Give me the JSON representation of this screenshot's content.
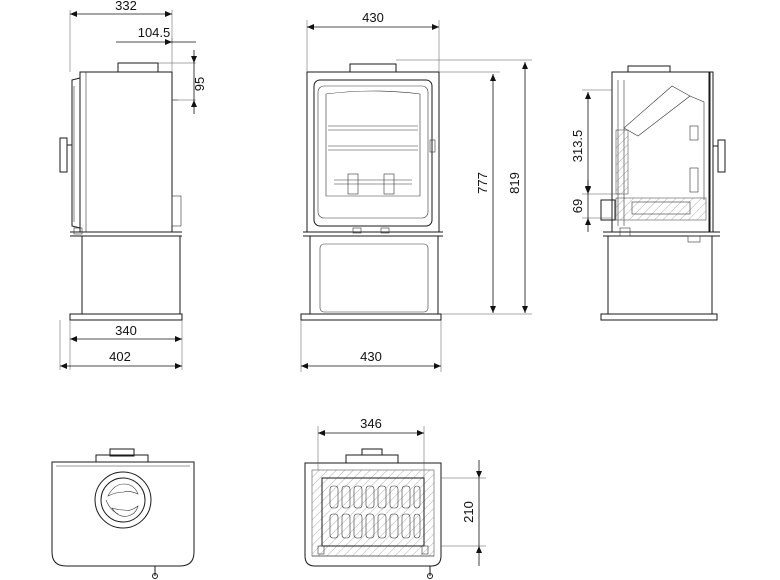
{
  "dimensions": {
    "side_top_width": "332",
    "side_flue_offset": "104.5",
    "side_flue_height": "95",
    "side_base_inner": "340",
    "side_base_outer": "402",
    "front_top_width": "430",
    "front_bottom_width": "430",
    "front_height_1": "777",
    "front_height_2": "819",
    "section_height_1": "313.5",
    "section_height_2": "69",
    "plan_width": "346",
    "plan_depth": "210"
  },
  "colors": {
    "line": "#1a1a1a",
    "background": "#ffffff"
  }
}
